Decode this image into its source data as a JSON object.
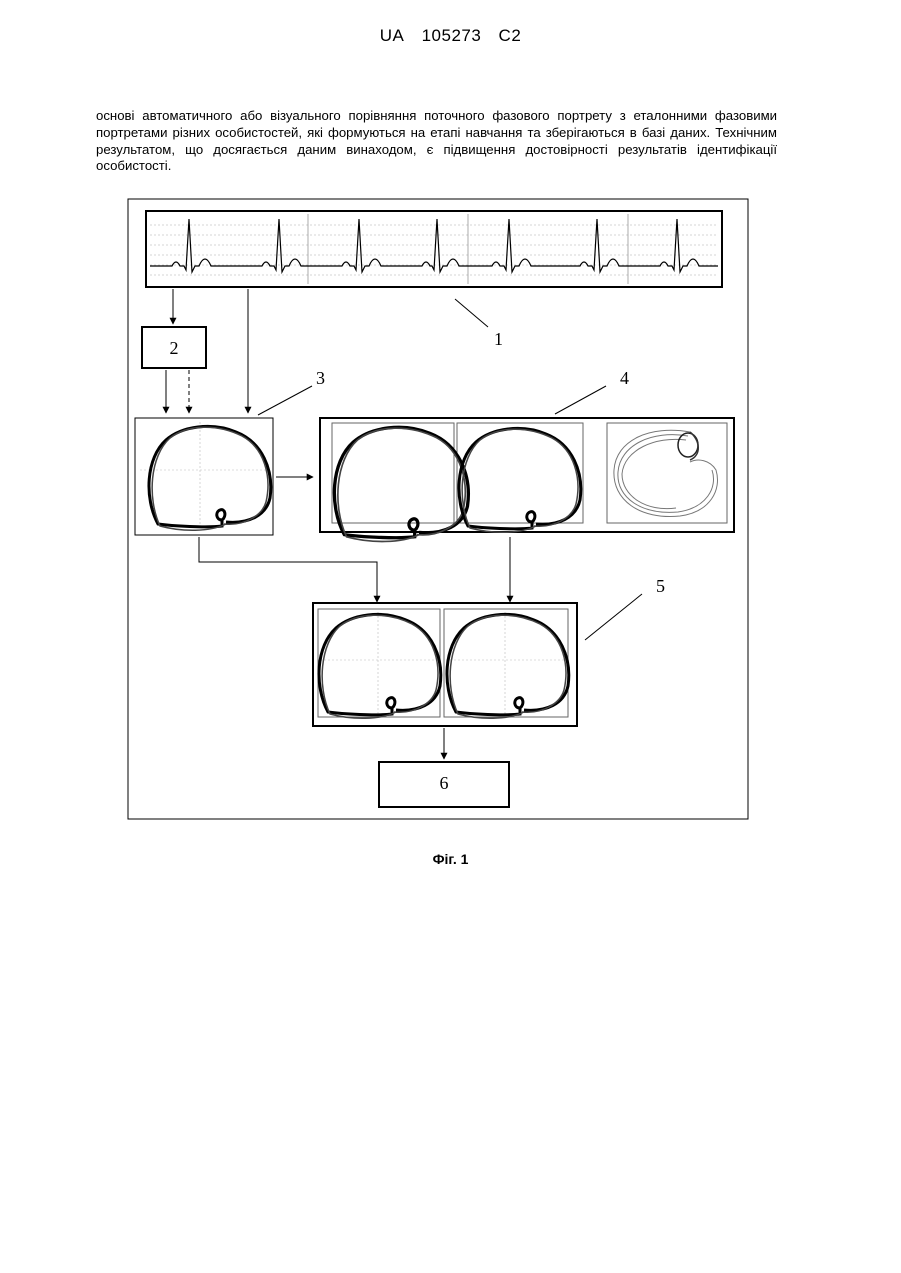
{
  "header": {
    "country": "UA",
    "number": "105273",
    "kind": "C2"
  },
  "paragraph": "основі автоматичного або візуального порівняння поточного фазового портрету з еталонними фазовими портретами різних особистостей, які формуються на етапі навчання та зберігаються в базі даних. Технічним результатом, що досягається даним винаходом, є підвищення достовірності результатів ідентифікації особистості.",
  "figure": {
    "labels": {
      "l1": "1",
      "l2": "2",
      "l3": "3",
      "l4": "4",
      "l5": "5",
      "l6": "6"
    },
    "caption": "Фіг. 1"
  }
}
